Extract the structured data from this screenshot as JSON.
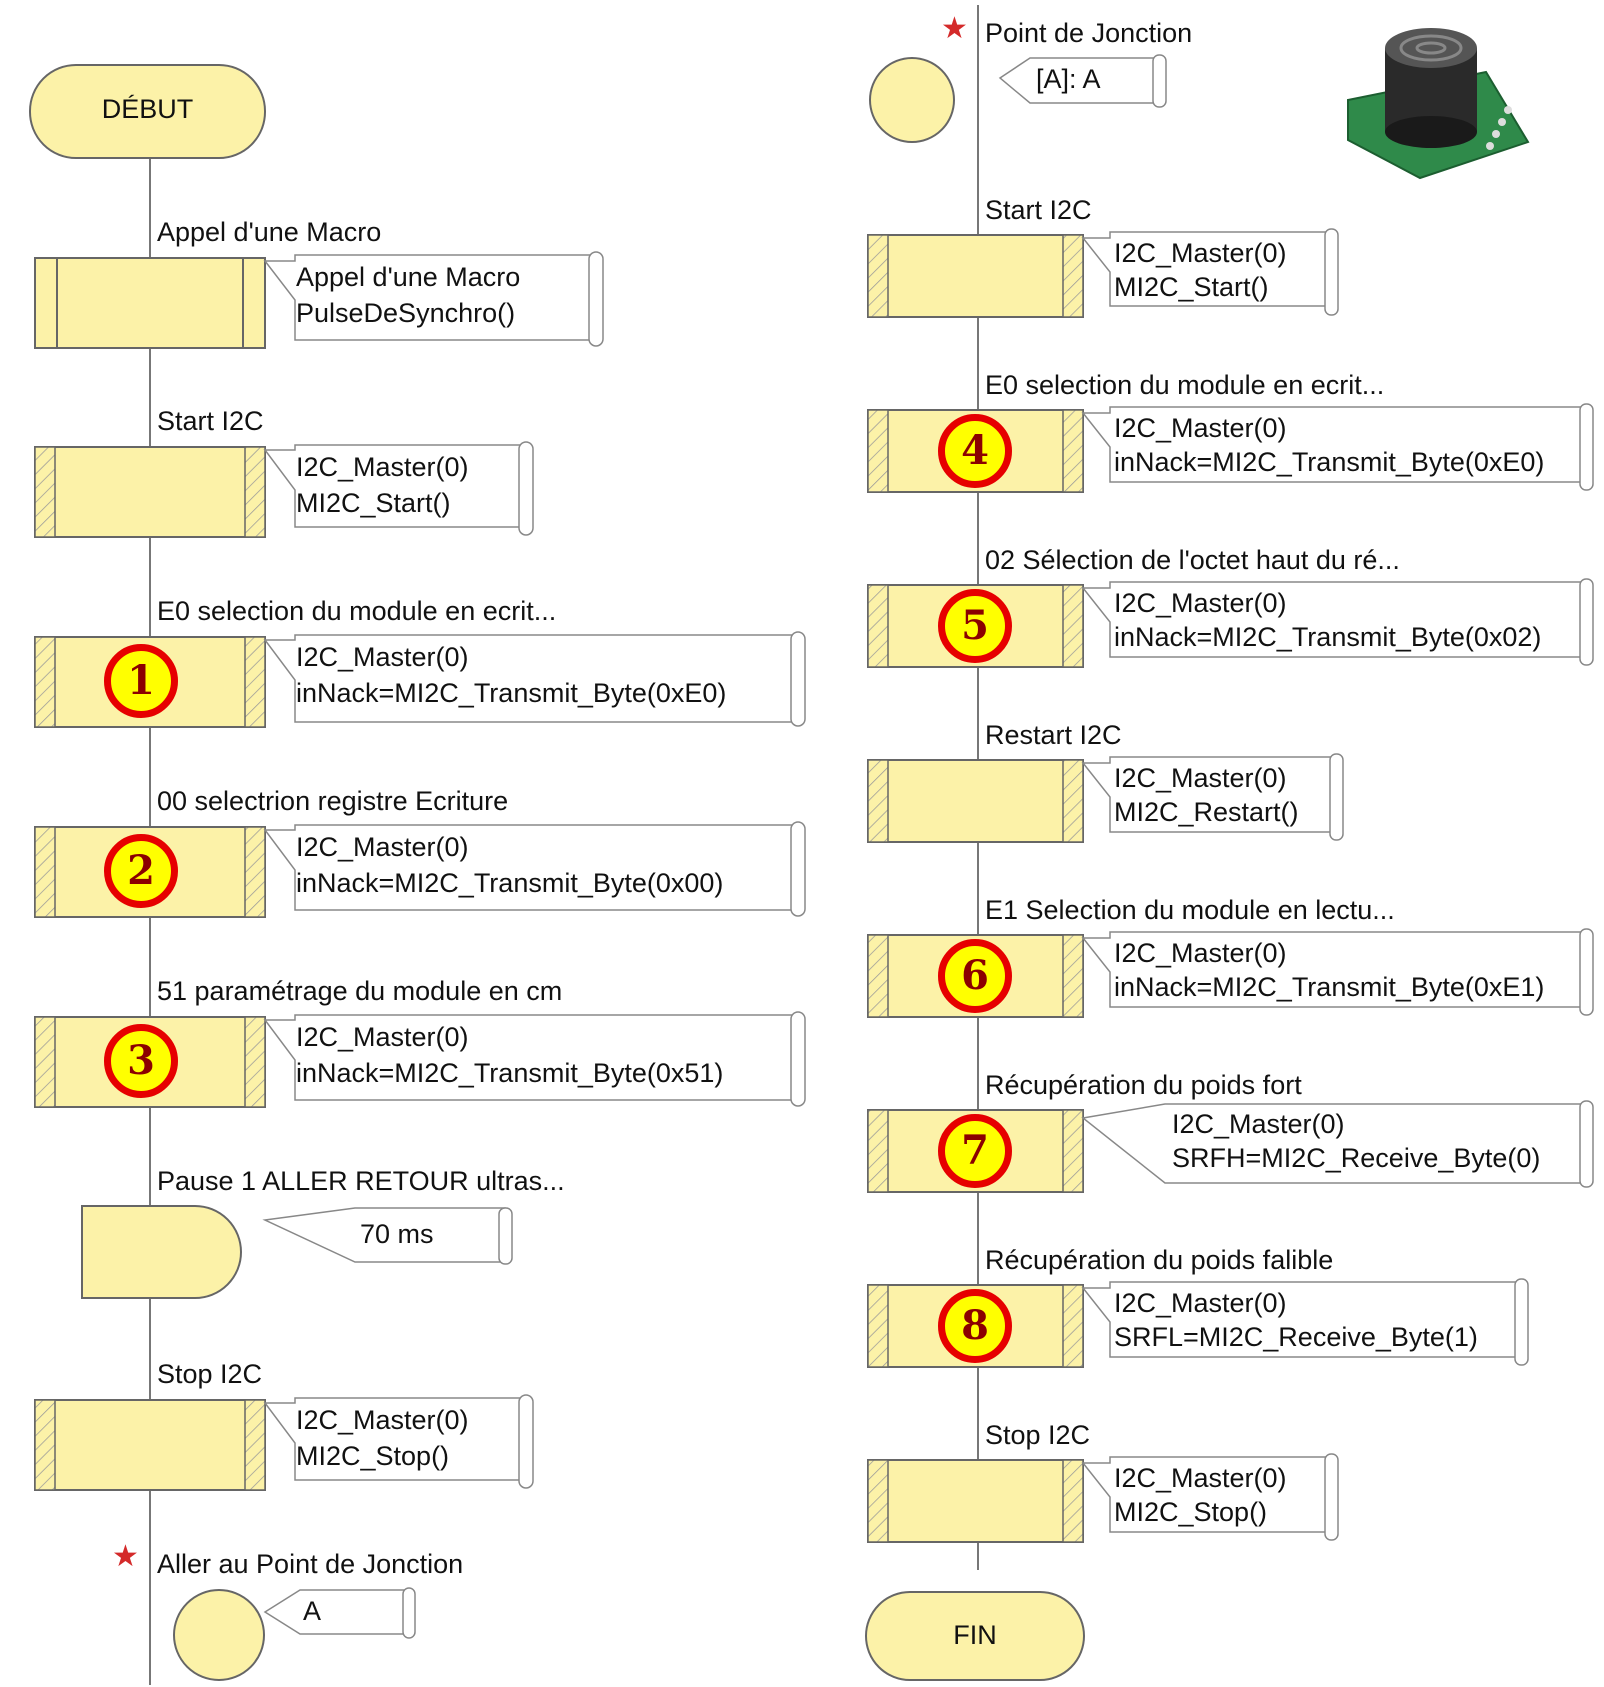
{
  "left": {
    "start": "DÉBUT",
    "blocks": [
      {
        "title": "Appel d'une Macro",
        "lines": [
          "Appel d'une Macro",
          "PulseDeSynchro()"
        ]
      },
      {
        "title": "Start I2C",
        "lines": [
          "I2C_Master(0)",
          "MI2C_Start()"
        ]
      },
      {
        "title": "E0 selection du module en ecrit...",
        "lines": [
          "I2C_Master(0)",
          "inNack=MI2C_Transmit_Byte(0xE0)"
        ],
        "badge": "1"
      },
      {
        "title": "00 selectrion registre Ecriture",
        "lines": [
          "I2C_Master(0)",
          "inNack=MI2C_Transmit_Byte(0x00)"
        ],
        "badge": "2"
      },
      {
        "title": "51 paramétrage du module en cm",
        "lines": [
          "I2C_Master(0)",
          "inNack=MI2C_Transmit_Byte(0x51)"
        ],
        "badge": "3"
      },
      {
        "title": "Pause 1 ALLER RETOUR ultras...",
        "lines": [
          "70 ms"
        ]
      },
      {
        "title": "Stop I2C",
        "lines": [
          "I2C_Master(0)",
          "MI2C_Stop()"
        ]
      },
      {
        "title": "Aller au Point de Jonction",
        "lines": [
          "A"
        ]
      }
    ]
  },
  "right": {
    "end": "FIN",
    "blocks": [
      {
        "title": "Point de Jonction",
        "lines": [
          "[A]: A"
        ]
      },
      {
        "title": "Start I2C",
        "lines": [
          "I2C_Master(0)",
          "MI2C_Start()"
        ]
      },
      {
        "title": "E0 selection du module en ecrit...",
        "lines": [
          "I2C_Master(0)",
          "inNack=MI2C_Transmit_Byte(0xE0)"
        ],
        "badge": "4"
      },
      {
        "title": "02 Sélection de l'octet haut du ré...",
        "lines": [
          "I2C_Master(0)",
          "inNack=MI2C_Transmit_Byte(0x02)"
        ],
        "badge": "5"
      },
      {
        "title": "Restart I2C",
        "lines": [
          "I2C_Master(0)",
          "MI2C_Restart()"
        ]
      },
      {
        "title": "E1 Selection du module en lectu...",
        "lines": [
          "I2C_Master(0)",
          "inNack=MI2C_Transmit_Byte(0xE1)"
        ],
        "badge": "6"
      },
      {
        "title": "Récupération du poids fort",
        "lines": [
          "I2C_Master(0)",
          "SRFH=MI2C_Receive_Byte(0)"
        ],
        "badge": "7"
      },
      {
        "title": "Récupération du poids falible",
        "lines": [
          "I2C_Master(0)",
          "SRFL=MI2C_Receive_Byte(1)"
        ],
        "badge": "8"
      },
      {
        "title": "Stop I2C",
        "lines": [
          "I2C_Master(0)",
          "MI2C_Stop()"
        ]
      }
    ]
  },
  "colors": {
    "fill": "#fcf2a8",
    "line": "#555555",
    "badge_fill": "#ffff00",
    "badge_ring": "#e60000",
    "star": "#d42a2a"
  },
  "icons": {
    "star": "★",
    "sensor_photo": "ultrasonic-sensor-module"
  }
}
